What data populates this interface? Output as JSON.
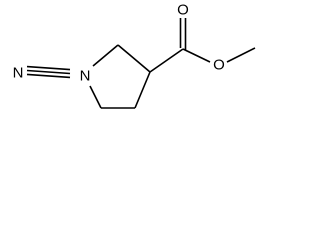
{
  "structure": {
    "atoms": {
      "nitrile_n": "N",
      "ring_n": "N",
      "carbonyl_o": "O",
      "ester_o": "O"
    }
  }
}
